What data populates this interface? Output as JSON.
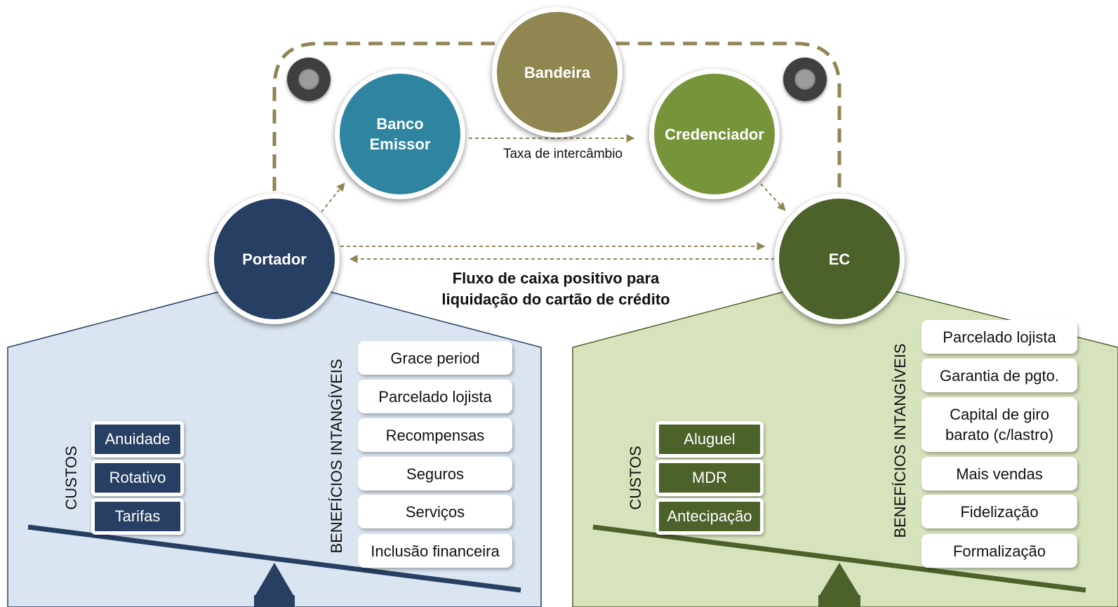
{
  "nodes": {
    "bandeira": "Bandeira",
    "banco_emissor": "Banco\nEmissor",
    "credenciador": "Credenciador",
    "portador": "Portador",
    "ec": "EC"
  },
  "links": {
    "taxa_intercambio": "Taxa de intercâmbio",
    "fluxo_caixa": "Fluxo de caixa positivo para\nliquidação do cartão de crédito"
  },
  "portador_panel": {
    "custos_label": "CUSTOS",
    "beneficios_label": "BENEFÍCIOS INTANGÍVEIS",
    "custos": [
      "Anuidade",
      "Rotativo",
      "Tarifas"
    ],
    "beneficios": [
      "Grace period",
      "Parcelado lojista",
      "Recompensas",
      "Seguros",
      "Serviços",
      "Inclusão financeira"
    ]
  },
  "ec_panel": {
    "custos_label": "CUSTOS",
    "beneficios_label": "BENEFÍCIOS INTANGÍVEIS",
    "custos": [
      "Aluguel",
      "MDR",
      "Antecipação"
    ],
    "beneficios": [
      "Parcelado lojista",
      "Garantia de pgto.",
      "Capital de giro\nbarato (c/lastro)",
      "Mais vendas",
      "Fidelização",
      "Formalização"
    ]
  },
  "colors": {
    "portador_navy": "#263f62",
    "banco_teal": "#2f85a0",
    "bandeira_olive": "#8f8650",
    "credenciador_green": "#76953a",
    "ec_green": "#4d612a",
    "panel_blue": "#dbe5f1",
    "panel_green": "#d7e3bd",
    "dash_olive": "#908555"
  }
}
